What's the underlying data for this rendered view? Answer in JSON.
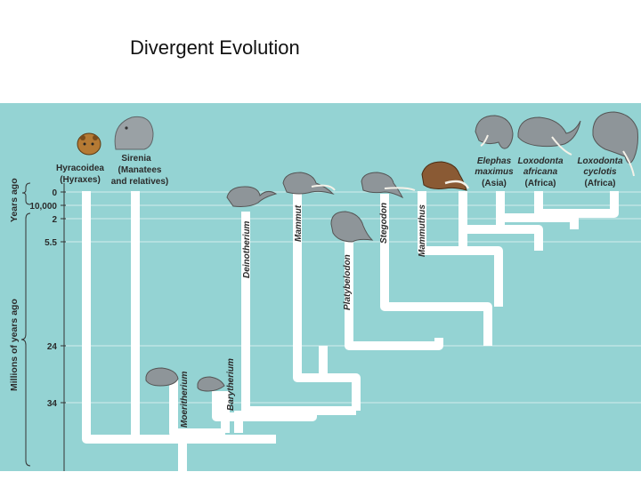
{
  "title": "Divergent Evolution",
  "axis": {
    "years_label": "Years ago",
    "millions_label": "Millions of years ago",
    "ticks": [
      "0",
      "10,000",
      "2",
      "5.5",
      "24",
      "34"
    ]
  },
  "groups": {
    "hyracoidea": {
      "line1": "Hyracoidea",
      "line2": "(Hyraxes)"
    },
    "sirenia": {
      "line1": "Sirenia",
      "line2": "(Manatees",
      "line3": "and relatives)"
    },
    "elephas": {
      "line1": "Elephas",
      "line2": "maximus",
      "line3": "(Asia)"
    },
    "loxodonta_africana": {
      "line1": "Loxodonta",
      "line2": "africana",
      "line3": "(Africa)"
    },
    "loxodonta_cyclotis": {
      "line1": "Loxodonta",
      "line2": "cyclotis",
      "line3": "(Africa)"
    }
  },
  "taxa": [
    "Deinotherium",
    "Mammut",
    "Stegodon",
    "Mammuthus",
    "Platybelodon",
    "Moeritherium",
    "Barytherium"
  ],
  "colors": {
    "background": "#94d3d3",
    "branch": "#ffffff",
    "text": "#2b2b2b"
  }
}
